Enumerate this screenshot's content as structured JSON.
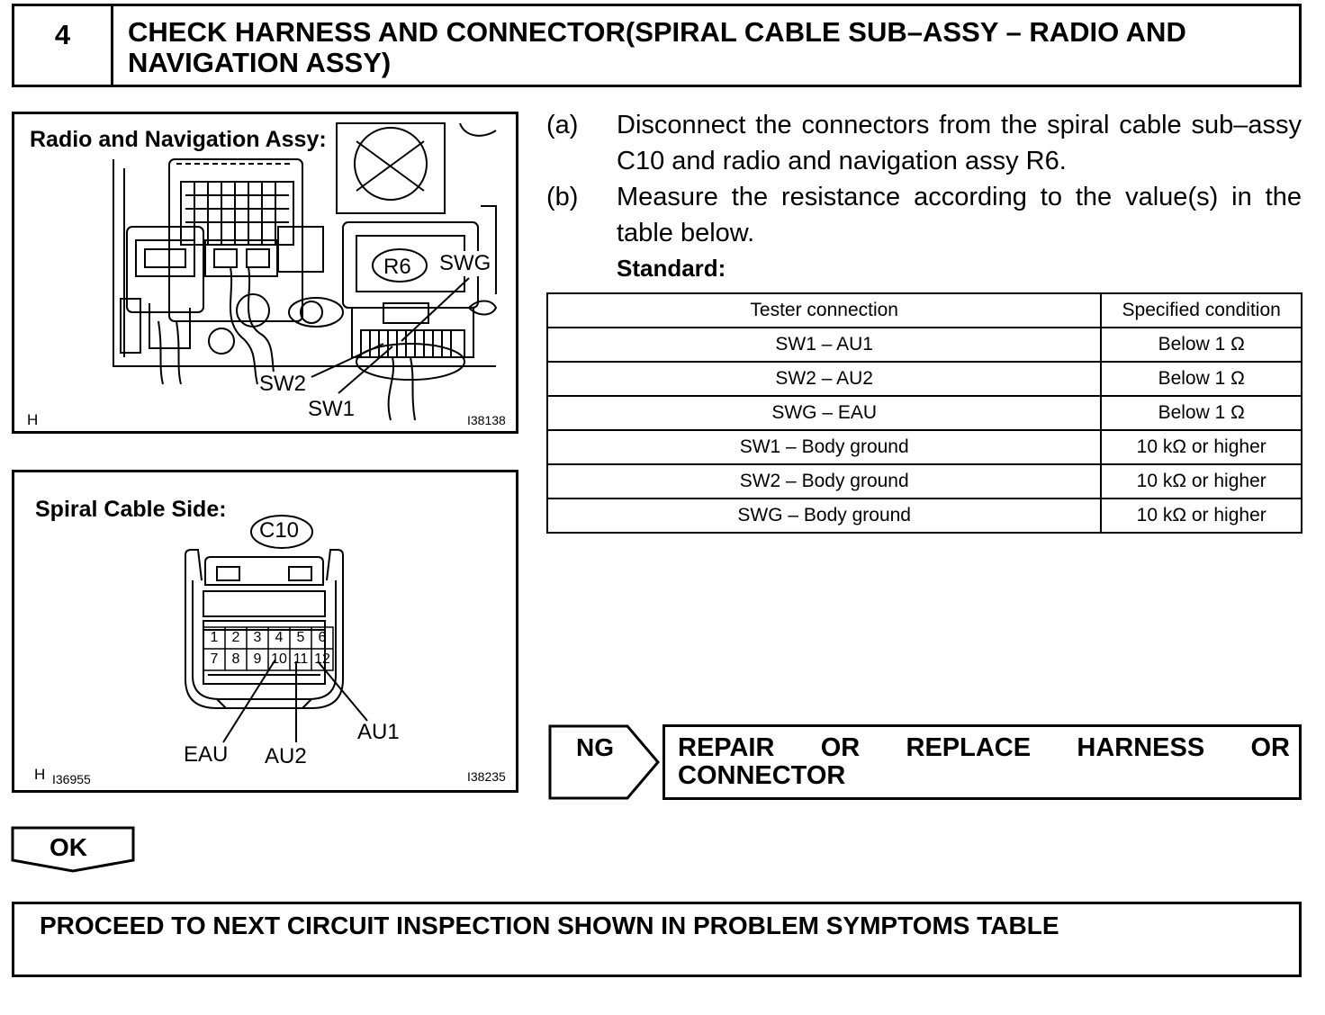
{
  "step": {
    "number": "4",
    "title": "CHECK HARNESS AND CONNECTOR(SPIRAL CABLE SUB–ASSY – RADIO AND NAVIGATION ASSY)"
  },
  "figure_radio": {
    "caption": "Radio and Navigation Assy:",
    "connector_code": "R6",
    "labels": {
      "swg": "SWG",
      "sw2": "SW2",
      "sw1": "SW1"
    },
    "corner_mark": "H",
    "ref_number": "I38138"
  },
  "figure_spiral": {
    "caption": "Spiral Cable Side:",
    "connector_code": "C10",
    "pins_row1": [
      "1",
      "2",
      "3",
      "4",
      "5",
      "6"
    ],
    "pins_row2": [
      "7",
      "8",
      "9",
      "10",
      "11",
      "12"
    ],
    "labels": {
      "eau": "EAU",
      "au2": "AU2",
      "au1": "AU1"
    },
    "corner_mark": "H",
    "ref_left": "I36955",
    "ref_right": "I38235"
  },
  "instructions": [
    {
      "letter": "(a)",
      "text": "Disconnect the connectors from the spiral cable sub–assy C10 and radio and navigation assy R6."
    },
    {
      "letter": "(b)",
      "text": "Measure the resistance according to the value(s) in the table below."
    }
  ],
  "standard_label": "Standard:",
  "table": {
    "headers": [
      "Tester connection",
      "Specified condition"
    ],
    "rows": [
      [
        "SW1 – AU1",
        "Below 1 Ω"
      ],
      [
        "SW2 – AU2",
        "Below 1 Ω"
      ],
      [
        "SWG – EAU",
        "Below 1 Ω"
      ],
      [
        "SW1 – Body ground",
        "10 kΩ or higher"
      ],
      [
        "SW2 – Body ground",
        "10 kΩ or higher"
      ],
      [
        "SWG – Body ground",
        "10 kΩ or higher"
      ]
    ]
  },
  "ng": {
    "label": "NG",
    "action_line1": "REPAIR OR REPLACE HARNESS OR",
    "action_line2": "CONNECTOR"
  },
  "ok": {
    "label": "OK"
  },
  "final_action": "PROCEED TO NEXT CIRCUIT INSPECTION SHOWN IN PROBLEM SYMPTOMS TABLE"
}
